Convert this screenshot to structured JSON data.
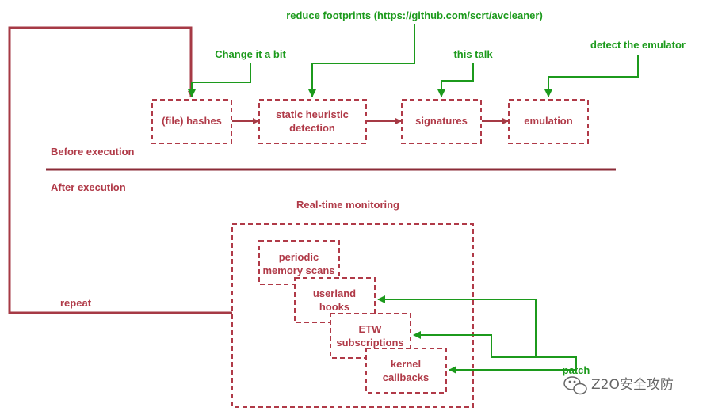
{
  "colors": {
    "red": "#a63a45",
    "dashed_red": "#b03a48",
    "green": "#1c9a1c",
    "separator": "#8b2b37"
  },
  "boxes": {
    "hashes": "(file) hashes",
    "static_line1": "static heuristic",
    "static_line2": "detection",
    "signatures": "signatures",
    "emulation": "emulation",
    "periodic_line1": "periodic",
    "periodic_line2": "memory scans",
    "userland_line1": "userland",
    "userland_line2": "hooks",
    "etw_line1": "ETW",
    "etw_line2": "subscriptions",
    "kernel_line1": "kernel",
    "kernel_line2": "callbacks"
  },
  "labels": {
    "before": "Before execution",
    "after": "After execution",
    "realtime": "Real-time monitoring",
    "repeat": "repeat"
  },
  "annotations": {
    "change": "Change it a bit",
    "footprints": "reduce footprints (https://github.com/scrt/avcleaner)",
    "this_talk": "this talk",
    "detect_emulator": "detect the emulator",
    "patch": "patch"
  },
  "watermark": {
    "text": "Z2O安全攻防",
    "icon": "wechat-icon"
  }
}
